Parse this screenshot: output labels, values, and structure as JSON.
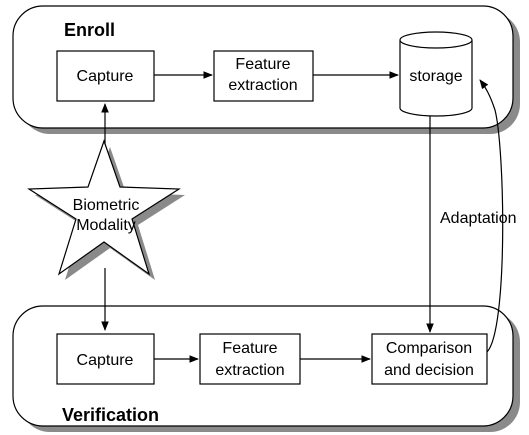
{
  "enroll": {
    "title": "Enroll",
    "capture": "Capture",
    "feature_line1": "Feature",
    "feature_line2": "extraction",
    "storage": "storage"
  },
  "modality": {
    "line1": "Biometric",
    "line2": "Modality"
  },
  "adaptation": "Adaptation",
  "verification": {
    "title": "Verification",
    "capture": "Capture",
    "feature_line1": "Feature",
    "feature_line2": "extraction",
    "decision_line1": "Comparison",
    "decision_line2": "and decision"
  }
}
